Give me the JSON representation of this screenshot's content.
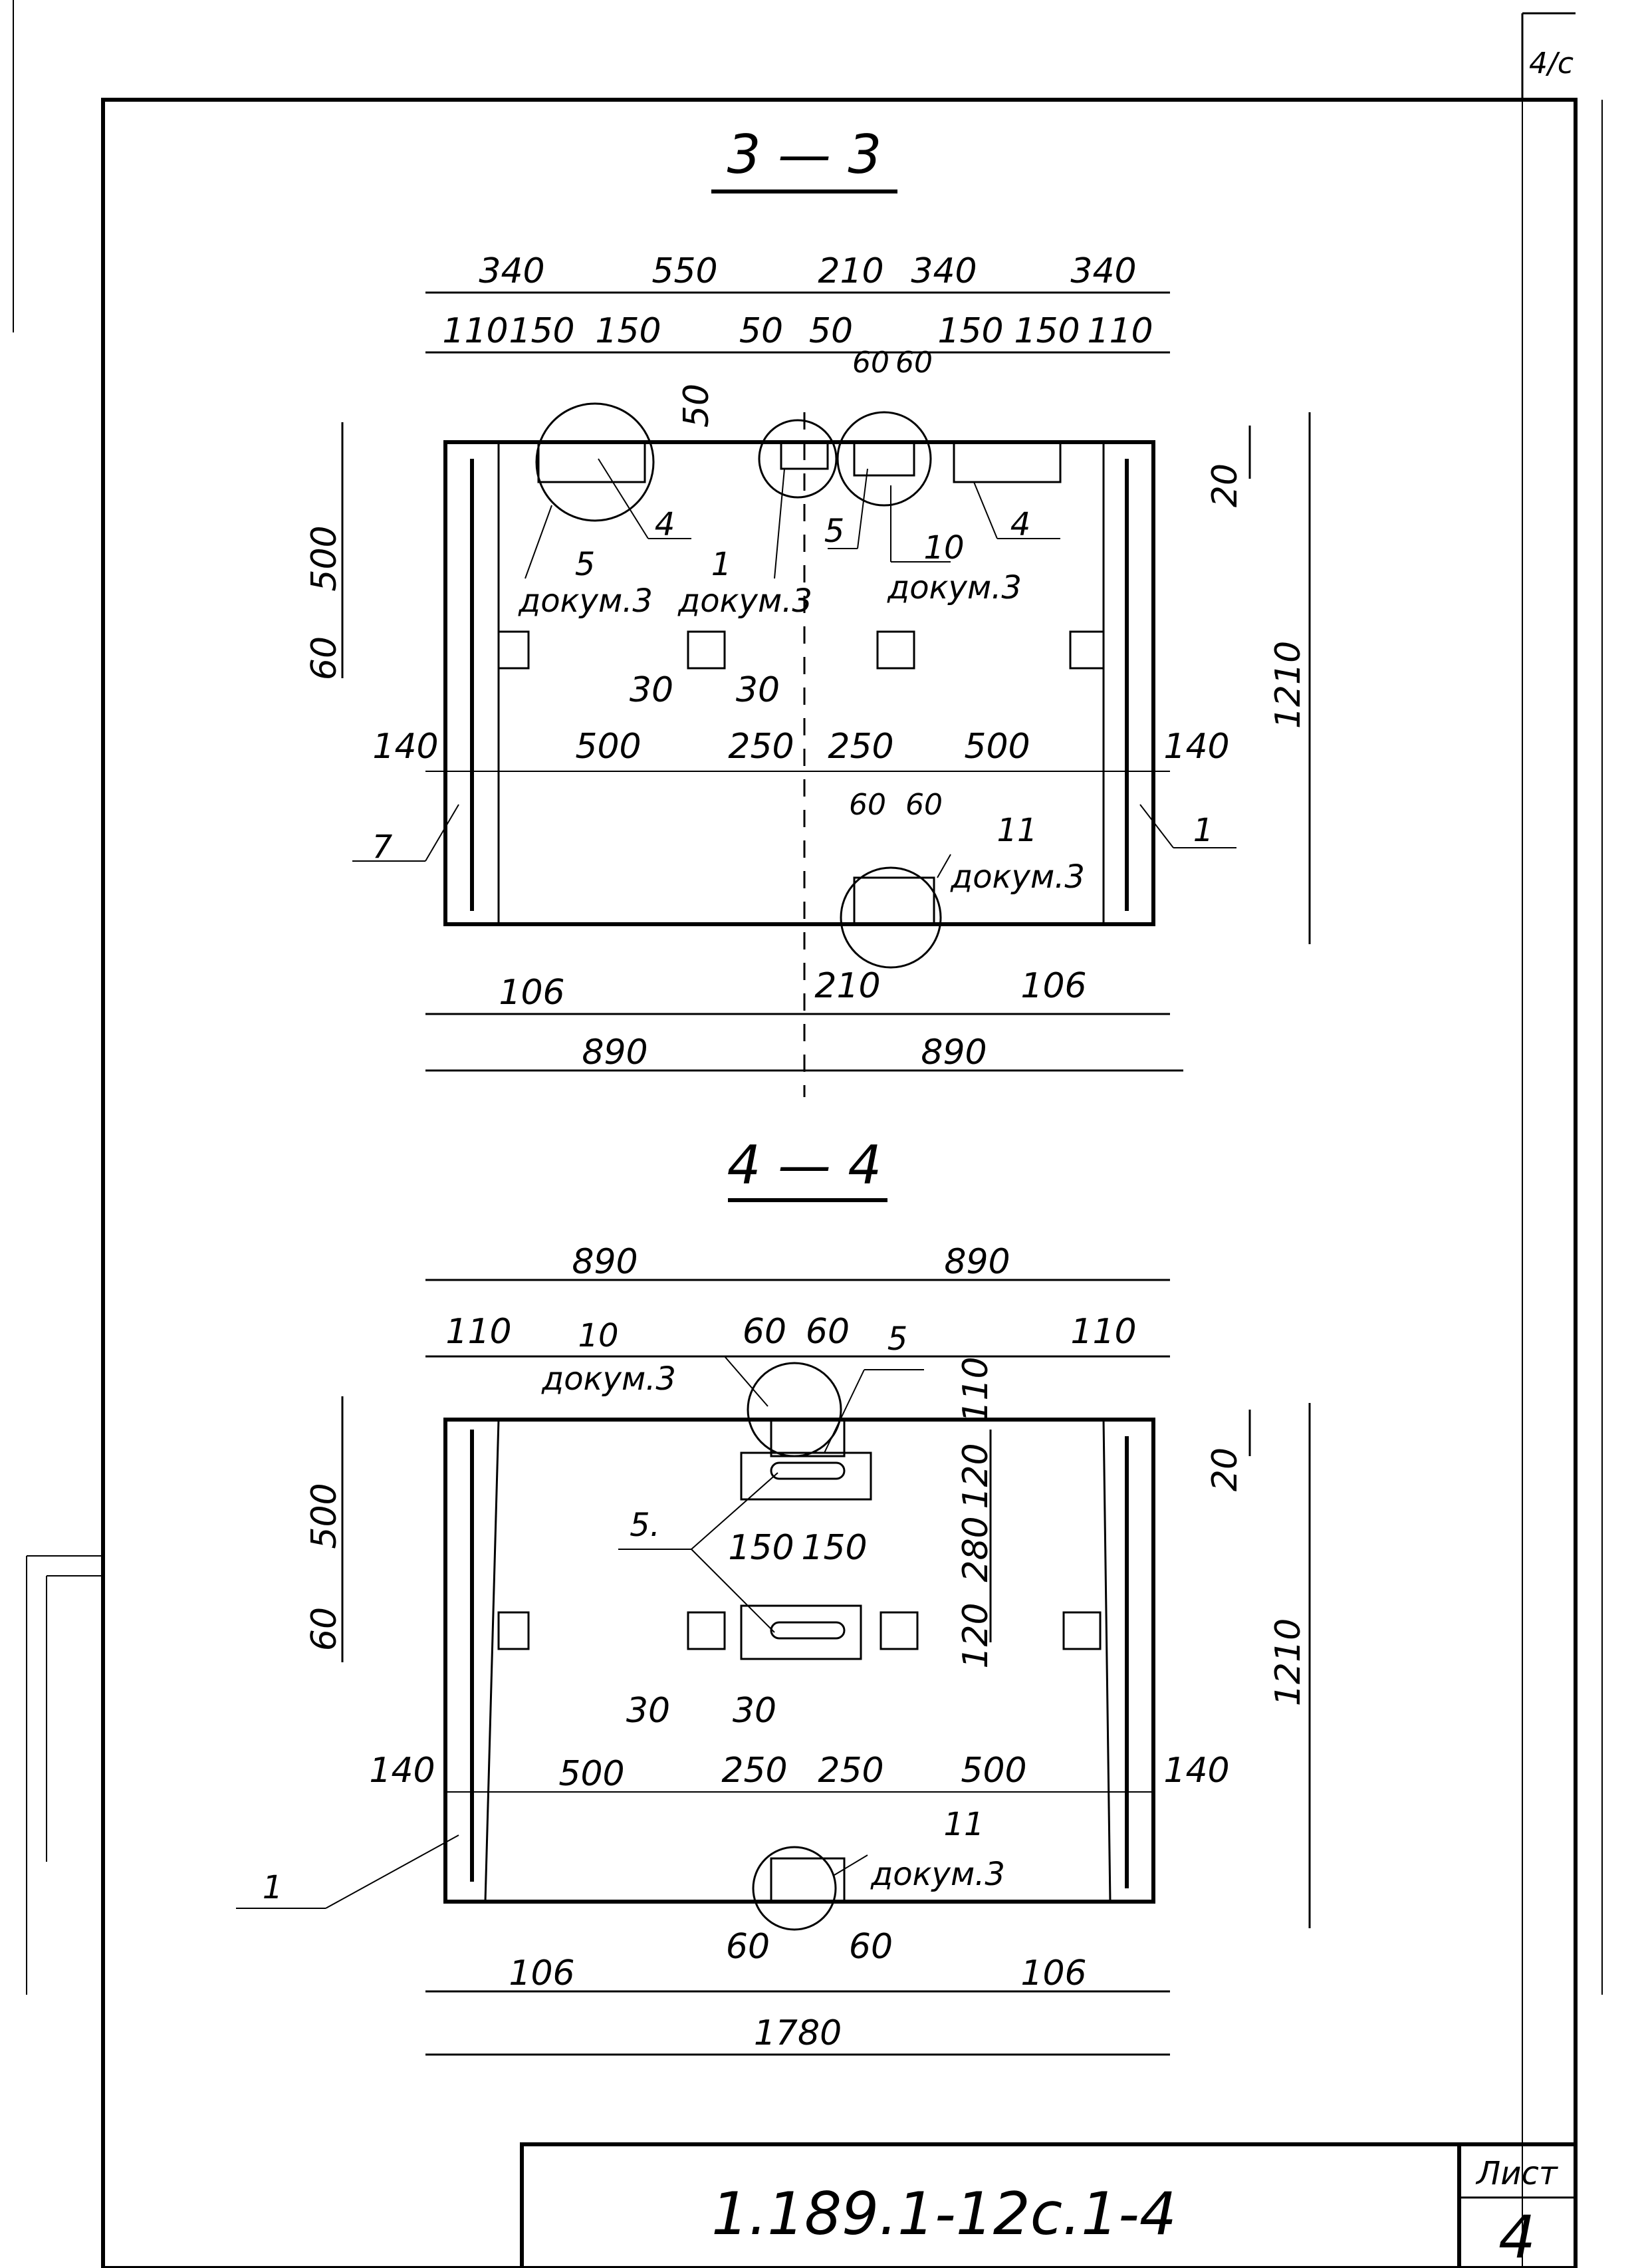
{
  "corner_mark": "4/c",
  "section_3": {
    "title": "3 — 3",
    "top_dims_row1": [
      "340",
      "550",
      "210",
      "340",
      "340"
    ],
    "top_dims_row2": [
      "110",
      "150",
      "150",
      "50",
      "50",
      "60",
      "60",
      "150",
      "150",
      "110"
    ],
    "left_dims": [
      "500",
      "60"
    ],
    "right_dims": [
      "20",
      "1210"
    ],
    "inner_dims": [
      "50",
      "30",
      "30"
    ],
    "mid_dims": [
      "140",
      "500",
      "250",
      "250",
      "500",
      "140"
    ],
    "bottom_inner_dims": [
      "60",
      "60"
    ],
    "bottom_dims_row1": [
      "106",
      "210",
      "106"
    ],
    "bottom_dims_row2": [
      "890",
      "890"
    ],
    "callouts": {
      "c4a": "4",
      "c5": "5",
      "c1a": "1",
      "c5b": "5",
      "c10": "10",
      "c4b": "4",
      "c7": "7",
      "c1b": "1",
      "c11": "11",
      "doc1": "докум.3",
      "doc2": "докум.3",
      "doc3": "докум.3",
      "doc4": "докум.3"
    }
  },
  "section_4": {
    "title": "4 — 4",
    "top_dims_row1": [
      "890",
      "890"
    ],
    "top_dims_row2": [
      "110",
      "60",
      "60",
      "110"
    ],
    "left_dims": [
      "500",
      "60"
    ],
    "right_dims": [
      "110",
      "120",
      "280",
      "120",
      "20",
      "1210"
    ],
    "inner_dims": [
      "150",
      "150",
      "30",
      "30"
    ],
    "mid_dims": [
      "140",
      "500",
      "250",
      "250",
      "500",
      "140"
    ],
    "bottom_inner_dims": [
      "60",
      "60"
    ],
    "bottom_dims_row1": [
      "106",
      "106"
    ],
    "bottom_dims_row2": [
      "1780"
    ],
    "callouts": {
      "c10": "10",
      "c5a": "5",
      "c5b": "5.",
      "c1": "1",
      "c11": "11",
      "doc1": "докум.3",
      "doc2": "докум.3"
    }
  },
  "title_block": {
    "designation": "1.189.1-12с.1-4",
    "sheet_label": "Лист",
    "sheet_number": "4"
  }
}
